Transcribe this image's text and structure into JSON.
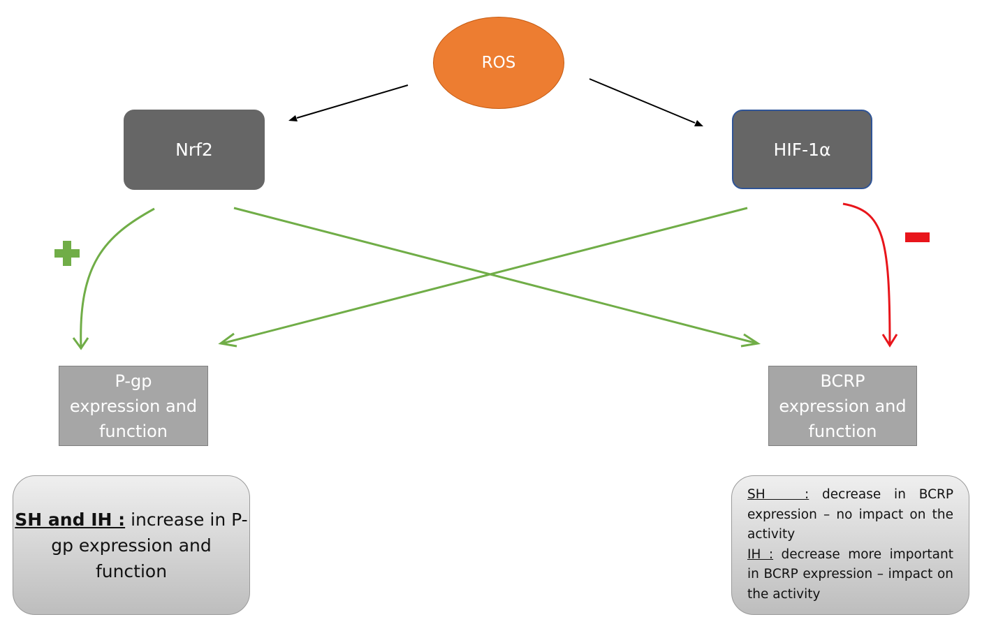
{
  "nodes": {
    "ros": "ROS",
    "nrf2": "Nrf2",
    "hif": "HIF-1α",
    "pgp": {
      "line1": "P-gp",
      "line2": "expression and",
      "line3": "function"
    },
    "bcrp": {
      "line1": "BCRP",
      "line2": "expression and",
      "line3": "function"
    }
  },
  "notes": {
    "left": {
      "label": "SH and IH :",
      "text": " increase in P-gp expression and function"
    },
    "right": {
      "sh_label": "SH   :",
      "sh_text": " decrease in BCRP expression – no impact on the activity",
      "ih_label": "IH :",
      "ih_text": " decrease more important in BCRP expression – impact on the activity"
    }
  },
  "signs": {
    "plus": "+",
    "minus": "-"
  },
  "colors": {
    "ros_fill": "#ED7D31",
    "factor_fill": "#666666",
    "target_fill": "#A6A6A6",
    "activation_arrow": "#70AD47",
    "inhibition_arrow": "#E8151B",
    "regulation_arrow": "#000000"
  }
}
